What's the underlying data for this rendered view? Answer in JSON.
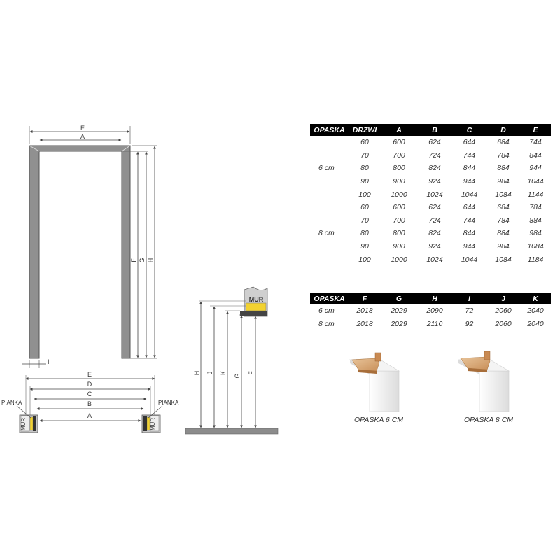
{
  "diagram": {
    "front_labels": {
      "e": "E",
      "a": "A",
      "f": "F",
      "g": "G",
      "h": "H",
      "i": "I"
    },
    "plan_labels": {
      "e": "E",
      "d": "D",
      "c": "C",
      "b": "B",
      "a": "A",
      "foam_left": "PIANKA",
      "foam_right": "PIANKA",
      "wall_left": "MUR",
      "wall_right": "MUR"
    },
    "side_labels": {
      "wall": "MUR",
      "h": "H",
      "j": "J",
      "k": "K",
      "g": "G",
      "f": "F"
    }
  },
  "table1": {
    "headers": [
      "OPASKA",
      "DRZWI",
      "A",
      "B",
      "C",
      "D",
      "E"
    ],
    "groups": [
      {
        "label": "6 cm",
        "rows": [
          [
            "60",
            "600",
            "624",
            "644",
            "684",
            "744"
          ],
          [
            "70",
            "700",
            "724",
            "744",
            "784",
            "844"
          ],
          [
            "80",
            "800",
            "824",
            "844",
            "884",
            "944"
          ],
          [
            "90",
            "900",
            "924",
            "944",
            "984",
            "1044"
          ],
          [
            "100",
            "1000",
            "1024",
            "1044",
            "1084",
            "1144"
          ]
        ]
      },
      {
        "label": "8 cm",
        "rows": [
          [
            "60",
            "600",
            "624",
            "644",
            "684",
            "784"
          ],
          [
            "70",
            "700",
            "724",
            "744",
            "784",
            "884"
          ],
          [
            "80",
            "800",
            "824",
            "844",
            "884",
            "984"
          ],
          [
            "90",
            "900",
            "924",
            "944",
            "984",
            "1084"
          ],
          [
            "100",
            "1000",
            "1024",
            "1044",
            "1084",
            "1184"
          ]
        ]
      }
    ]
  },
  "table2": {
    "headers": [
      "OPASKA",
      "F",
      "G",
      "H",
      "I",
      "J",
      "K"
    ],
    "rows": [
      [
        "6 cm",
        "2018",
        "2029",
        "2090",
        "72",
        "2060",
        "2040"
      ],
      [
        "8 cm",
        "2018",
        "2029",
        "2110",
        "92",
        "2060",
        "2040"
      ]
    ]
  },
  "products": [
    {
      "caption": "OPASKA 6 CM"
    },
    {
      "caption": "OPASKA 8 CM"
    }
  ]
}
